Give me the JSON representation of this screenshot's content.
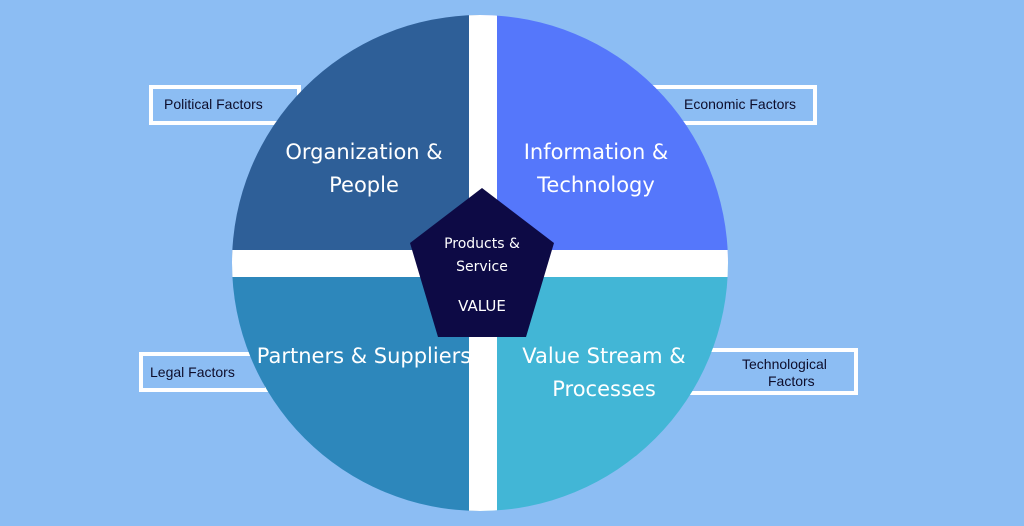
{
  "colors": {
    "background": "#8cbdf3",
    "organization": "#2e5f98",
    "information": "#5577fb",
    "partners": "#2d87bb",
    "value_stream": "#42b6d6",
    "center": "#0d0a45",
    "divider": "#ffffff"
  },
  "quadrants": {
    "organization": "Organization & People",
    "information": "Information & Technology",
    "partners": "Partners & Suppliers",
    "value_stream": "Value Stream & Processes"
  },
  "center": {
    "line1": "Products &",
    "line2": "Service",
    "value": "VALUE"
  },
  "factors": {
    "political": "Political Factors",
    "economic": "Economic Factors",
    "legal": "Legal Factors",
    "technological_line1": "Technological",
    "technological_line2": "Factors"
  }
}
